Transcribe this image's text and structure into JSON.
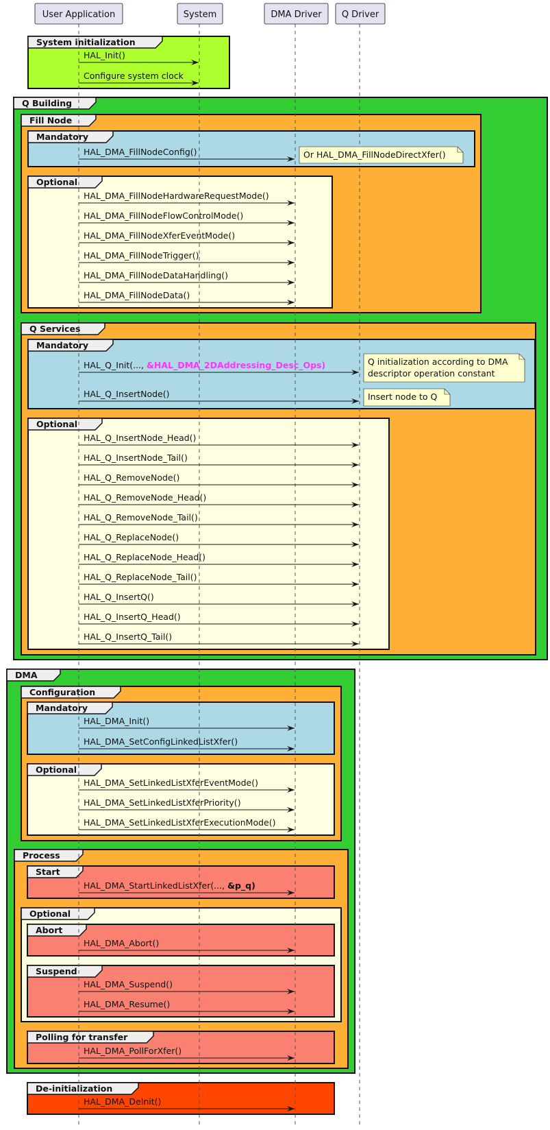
{
  "colors": {
    "greenyellow": "#ADFF2F",
    "green": "#32CD32",
    "orange": "#FEB036",
    "lightblue": "#ADD8E6",
    "lightyellow": "#FEFEE0",
    "salmon": "#FA8072",
    "orangered": "#FF4500",
    "highlight": "#FF33FF",
    "participant": "#E2E2F0",
    "tab": "#EEEEEE",
    "note": "#FEFECE"
  },
  "participants": [
    {
      "id": "user",
      "label": "User Application"
    },
    {
      "id": "sys",
      "label": "System"
    },
    {
      "id": "dma",
      "label": "DMA Driver"
    },
    {
      "id": "q",
      "label": "Q Driver"
    }
  ],
  "fragments": [
    {
      "label": "System initialization",
      "color": "greenyellow"
    },
    {
      "label": "Q Building",
      "color": "green"
    },
    {
      "label": "Fill Node",
      "color": "orange"
    },
    {
      "label": "Mandatory",
      "color": "lightblue"
    },
    {
      "label": "Optional",
      "color": "lightyellow"
    },
    {
      "label": "Q Services",
      "color": "orange"
    },
    {
      "label": "Mandatory",
      "color": "lightblue"
    },
    {
      "label": "Optional",
      "color": "lightyellow"
    },
    {
      "label": "DMA",
      "color": "green"
    },
    {
      "label": "Configuration",
      "color": "orange"
    },
    {
      "label": "Mandatory",
      "color": "lightblue"
    },
    {
      "label": "Optional",
      "color": "lightyellow"
    },
    {
      "label": "Process",
      "color": "orange"
    },
    {
      "label": "Start",
      "color": "salmon"
    },
    {
      "label": "Optional",
      "color": "lightyellow"
    },
    {
      "label": "Abort",
      "color": "salmon"
    },
    {
      "label": "Suspend",
      "color": "salmon"
    },
    {
      "label": "Polling for transfer",
      "color": "salmon"
    },
    {
      "label": "De-initialization",
      "color": "orangered"
    }
  ],
  "messages": [
    {
      "from": "user",
      "to": "sys",
      "text": "HAL_Init()"
    },
    {
      "from": "user",
      "to": "sys",
      "text": "Configure system clock"
    },
    {
      "from": "user",
      "to": "dma",
      "text": "HAL_DMA_FillNodeConfig()"
    },
    {
      "from": "user",
      "to": "dma",
      "text": "HAL_DMA_FillNodeHardwareRequestMode()"
    },
    {
      "from": "user",
      "to": "dma",
      "text": "HAL_DMA_FillNodeFlowControlMode()"
    },
    {
      "from": "user",
      "to": "dma",
      "text": "HAL_DMA_FillNodeXferEventMode()"
    },
    {
      "from": "user",
      "to": "dma",
      "text": "HAL_DMA_FillNodeTrigger()"
    },
    {
      "from": "user",
      "to": "dma",
      "text": "HAL_DMA_FillNodeDataHandling()"
    },
    {
      "from": "user",
      "to": "dma",
      "text": "HAL_DMA_FillNodeData()"
    },
    {
      "from": "user",
      "to": "q",
      "text": "HAL_Q_Init(..., ",
      "bold_text": "&HAL_DMA_2DAddressing_Desc_Ops)",
      "bold_color": "highlight"
    },
    {
      "from": "user",
      "to": "q",
      "text": "HAL_Q_InsertNode()"
    },
    {
      "from": "user",
      "to": "q",
      "text": "HAL_Q_InsertNode_Head()"
    },
    {
      "from": "user",
      "to": "q",
      "text": "HAL_Q_InsertNode_Tail()"
    },
    {
      "from": "user",
      "to": "q",
      "text": "HAL_Q_RemoveNode()"
    },
    {
      "from": "user",
      "to": "q",
      "text": "HAL_Q_RemoveNode_Head()"
    },
    {
      "from": "user",
      "to": "q",
      "text": "HAL_Q_RemoveNode_Tail()"
    },
    {
      "from": "user",
      "to": "q",
      "text": "HAL_Q_ReplaceNode()"
    },
    {
      "from": "user",
      "to": "q",
      "text": "HAL_Q_ReplaceNode_Head()"
    },
    {
      "from": "user",
      "to": "q",
      "text": "HAL_Q_ReplaceNode_Tail()"
    },
    {
      "from": "user",
      "to": "q",
      "text": "HAL_Q_InsertQ()"
    },
    {
      "from": "user",
      "to": "q",
      "text": "HAL_Q_InsertQ_Head()"
    },
    {
      "from": "user",
      "to": "q",
      "text": "HAL_Q_InsertQ_Tail()"
    },
    {
      "from": "user",
      "to": "dma",
      "text": "HAL_DMA_Init()"
    },
    {
      "from": "user",
      "to": "dma",
      "text": "HAL_DMA_SetConfigLinkedListXfer()"
    },
    {
      "from": "user",
      "to": "dma",
      "text": "HAL_DMA_SetLinkedListXferEventMode()"
    },
    {
      "from": "user",
      "to": "dma",
      "text": "HAL_DMA_SetLinkedListXferPriority()"
    },
    {
      "from": "user",
      "to": "dma",
      "text": "HAL_DMA_SetLinkedListXferExecutionMode()"
    },
    {
      "from": "user",
      "to": "dma",
      "text": "HAL_DMA_StartLinkedListXfer(..., ",
      "bold_text": "&p_q)",
      "bold_color": ""
    },
    {
      "from": "user",
      "to": "dma",
      "text": "HAL_DMA_Abort()"
    },
    {
      "from": "user",
      "to": "dma",
      "text": "HAL_DMA_Suspend()"
    },
    {
      "from": "user",
      "to": "dma",
      "text": "HAL_DMA_Resume()"
    },
    {
      "from": "user",
      "to": "dma",
      "text": "HAL_DMA_PollForXfer()"
    },
    {
      "from": "user",
      "to": "dma",
      "text": "HAL_DMA_DeInit()"
    }
  ],
  "notes": [
    {
      "lines": [
        "Or HAL_DMA_FillNodeDirectXfer()"
      ]
    },
    {
      "lines": [
        "Q initialization according to DMA",
        "descriptor operation constant"
      ]
    },
    {
      "lines": [
        "Insert node to Q"
      ]
    }
  ]
}
